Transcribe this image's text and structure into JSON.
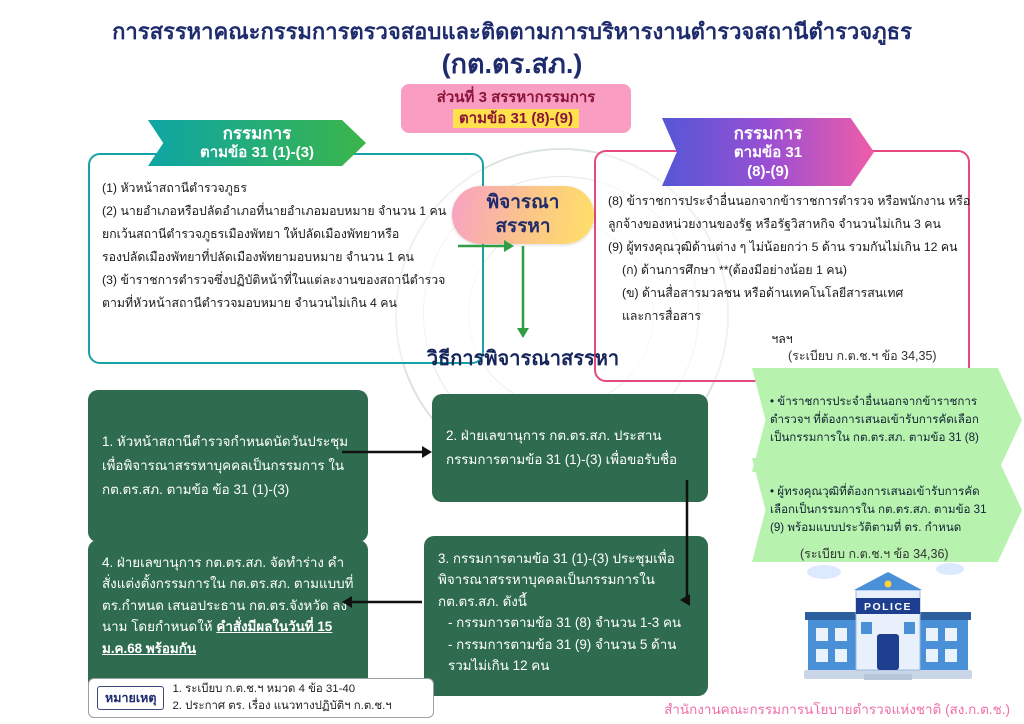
{
  "title": {
    "line1": "การสรรหาคณะกรรมการตรวจสอบและติดตามการบริหารงานตำรวจสถานีตำรวจภูธร",
    "line2": "(กต.ตร.สภ.)"
  },
  "section_badge": {
    "line1": "ส่วนที่ 3 สรรหากรรมการ",
    "line2": "ตามข้อ 31 (8)-(9)"
  },
  "banners": {
    "left": {
      "line1": "กรรมการ",
      "line2": "ตามข้อ 31 (1)-(3)"
    },
    "right": {
      "line1": "กรรมการ",
      "line2": "ตามข้อ 31",
      "line3": "(8)-(9)"
    }
  },
  "left_box": {
    "lines": [
      "(1) หัวหน้าสถานีตำรวจภูธร",
      "(2) นายอำเภอหรือปลัดอำเภอที่นายอำเภอมอบหมาย จำนวน 1 คน",
      "ยกเว้นสถานีตำรวจภูธรเมืองพัทยา ให้ปลัดเมืองพัทยาหรือ",
      "รองปลัดเมืองพัทยาที่ปลัดเมืองพัทยามอบหมาย จำนวน 1 คน",
      "(3) ข้าราชการตำรวจซึ่งปฏิบัติหน้าที่ในแต่ละงานของสถานีตำรวจ",
      "ตามที่หัวหน้าสถานีตำรวจมอบหมาย จำนวนไม่เกิน 4 คน"
    ]
  },
  "right_box": {
    "lines": [
      "(8) ข้าราชการประจำอื่นนอกจากข้าราชการตำรวจ หรือพนักงาน หรือ",
      "ลูกจ้างของหน่วยงานของรัฐ หรือรัฐวิสาหกิจ จำนวนไม่เกิน 3 คน",
      "(9) ผู้ทรงคุณวุฒิด้านต่าง ๆ ไม่น้อยกว่า 5 ด้าน รวมกันไม่เกิน 12 คน",
      "(ก) ด้านการศึกษา **(ต้องมีอย่างน้อย 1 คน)",
      "(ข) ด้านสื่อสารมวลชน หรือด้านเทคโนโลยีสารสนเทศ",
      "และการสื่อสาร"
    ],
    "etc": "ฯลฯ"
  },
  "center_badge": {
    "line1": "พิจารณา",
    "line2": "สรรหา"
  },
  "method_title": "วิธีการพิจารณาสรรหา",
  "steps": {
    "step1": "1. หัวหน้าสถานีตำรวจกำหนดนัดวันประชุม เพื่อพิจารณาสรรหาบุคคลเป็นกรรมการ ใน กต.ตร.สภ. ตามข้อ ข้อ 31 (1)-(3)",
    "step2": "2. ฝ่ายเลขานุการ กต.ตร.สภ. ประสาน กรรมการตามข้อ 31 (1)-(3) เพื่อขอรับชื่อ",
    "step3_body": "3. กรรมการตามข้อ 31 (1)-(3) ประชุมเพื่อ พิจารณาสรรหาบุคคลเป็นกรรมการใน กต.ตร.สภ. ดังนี้",
    "step3_item1": "- กรรมการตามข้อ 31 (8) จำนวน 1-3 คน",
    "step3_item2": "- กรรมการตามข้อ 31 (9) จำนวน 5 ด้าน",
    "step3_item3": "รวมไม่เกิน 12 คน",
    "step4_body": "4. ฝ่ายเลขานุการ กต.ตร.สภ. จัดทำร่าง คำสั่งแต่งตั้งกรรมการใน กต.ตร.สภ. ตามแบบที่ ตร.กำหนด เสนอประธาน กต.ตร.จังหวัด ลงนาม โดยกำหนดให้",
    "step4_highlight": "คำสั่งมีผลในวันที่ 15 ม.ค.68 พร้อมกัน"
  },
  "callouts": {
    "ref_top": "(ระเบียบ ก.ต.ช.ฯ ข้อ 34,35)",
    "callout1": "• ข้าราชการประจำอื่นนอกจากข้าราชการตำรวจฯ ที่ต้องการเสนอเข้ารับการคัดเลือกเป็นกรรมการใน กต.ตร.สภ. ตามข้อ 31 (8)",
    "callout2": "• ผู้ทรงคุณวุฒิที่ต้องการเสนอเข้ารับการคัดเลือกเป็นกรรมการใน กต.ตร.สภ. ตามข้อ 31 (9) พร้อมแบบประวัติตามที่ ตร. กำหนด",
    "ref_bottom": "(ระเบียบ ก.ต.ช.ฯ ข้อ 34,36)"
  },
  "note": {
    "label": "หมายเหตุ",
    "line1": "1. ระเบียบ ก.ต.ช.ฯ หมวด 4 ข้อ 31-40",
    "line2": "2. ประกาศ ตร. เรื่อง แนวทางปฏิบัติฯ ก.ต.ช.ฯ"
  },
  "police_sign": "POLICE",
  "footer": "สำนักงานคณะกรรมการนโยบายตำรวจแห่งชาติ (สง.ก.ต.ช.)",
  "colors": {
    "title": "#1e2b6d",
    "green_box": "#2e6b4f",
    "callout_green": "#b7f3ae",
    "teal_border": "#17a2a8",
    "pink_border": "#e64980",
    "badge_pink": "#f99ec2",
    "badge_yellow": "#ffe14d",
    "footer_pink": "#ef6ea8",
    "connector_green": "#2f9e44"
  }
}
